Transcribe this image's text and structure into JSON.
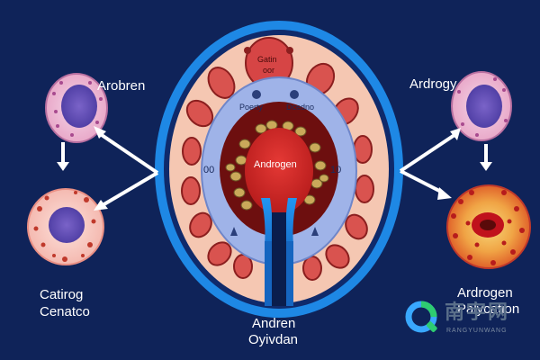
{
  "labels": {
    "left_top": "Arobren",
    "right_top": "Ardrogy",
    "left_bottom_line1": "Catirog",
    "left_bottom_line2": "Cenatco",
    "center_bottom_line1": "Andren",
    "center_bottom_line2": "Oyivdan",
    "right_bottom_line1": "Ardrogen",
    "right_bottom_line2": "Palycation",
    "core": "Androgen",
    "top_node_line1": "Gatin",
    "top_node_line2": "oor",
    "upper_left_band": "Poerty",
    "upper_right_band": "Dcedno",
    "left_band_num": "00",
    "right_band_num": "10"
  },
  "watermark": {
    "brand": "南宇网",
    "sub": "RANGYUNWANG"
  },
  "colors": {
    "background": "#0f2359",
    "outer_ring": "#1e88e5",
    "core_red": "#c62828",
    "duct_blue": "#1565c0"
  }
}
